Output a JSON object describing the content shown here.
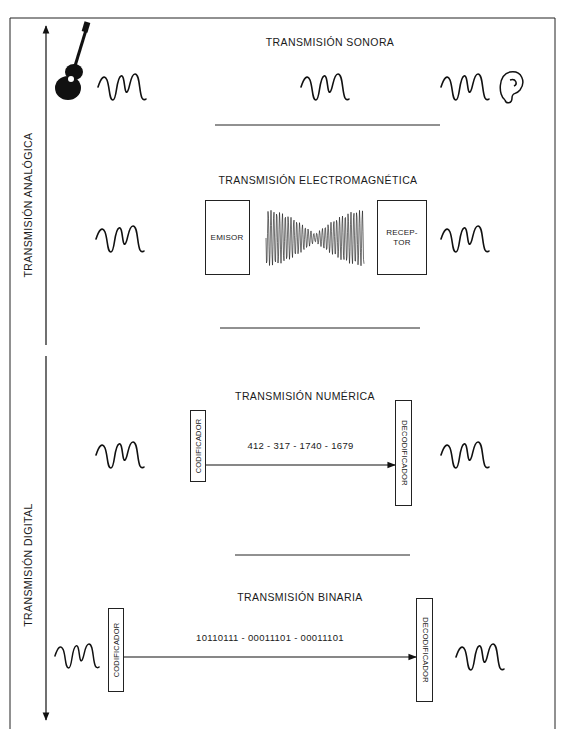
{
  "diagram": {
    "nodes": [
      {
        "text": [
          "EMISOR"
        ]
      },
      {
        "text": [
          "RECEP- TOR"
        ]
      },
      {
        "text": [
          "CODIFICADOR"
        ]
      },
      {
        "text": [
          "DECODIFICADOR"
        ]
      },
      {
        "text": [
          "CODIFICADOR"
        ]
      },
      {
        "text": [
          "DECODIFICADOR"
        ]
      }
    ],
    "edges": [
      {
        "from": 2,
        "to": 3,
        "arrow": "to",
        "label": "412 - 317 - 1740 - 1679"
      },
      {
        "from": 4,
        "to": 5,
        "arrow": "to",
        "label": "10110111 - 00011101 - 00011101"
      }
    ],
    "labels": [
      "TRANSMISIÓN SONORA",
      "TRANSMISIÓN ANALÓGICA",
      "TRANSMISIÓN ELECTROMAGNÉTICA",
      "TRANSMISIÓN DIGITAL",
      "TRANSMISIÓN NUMÉRICA",
      "TRANSMISIÓN BINARIA"
    ]
  }
}
